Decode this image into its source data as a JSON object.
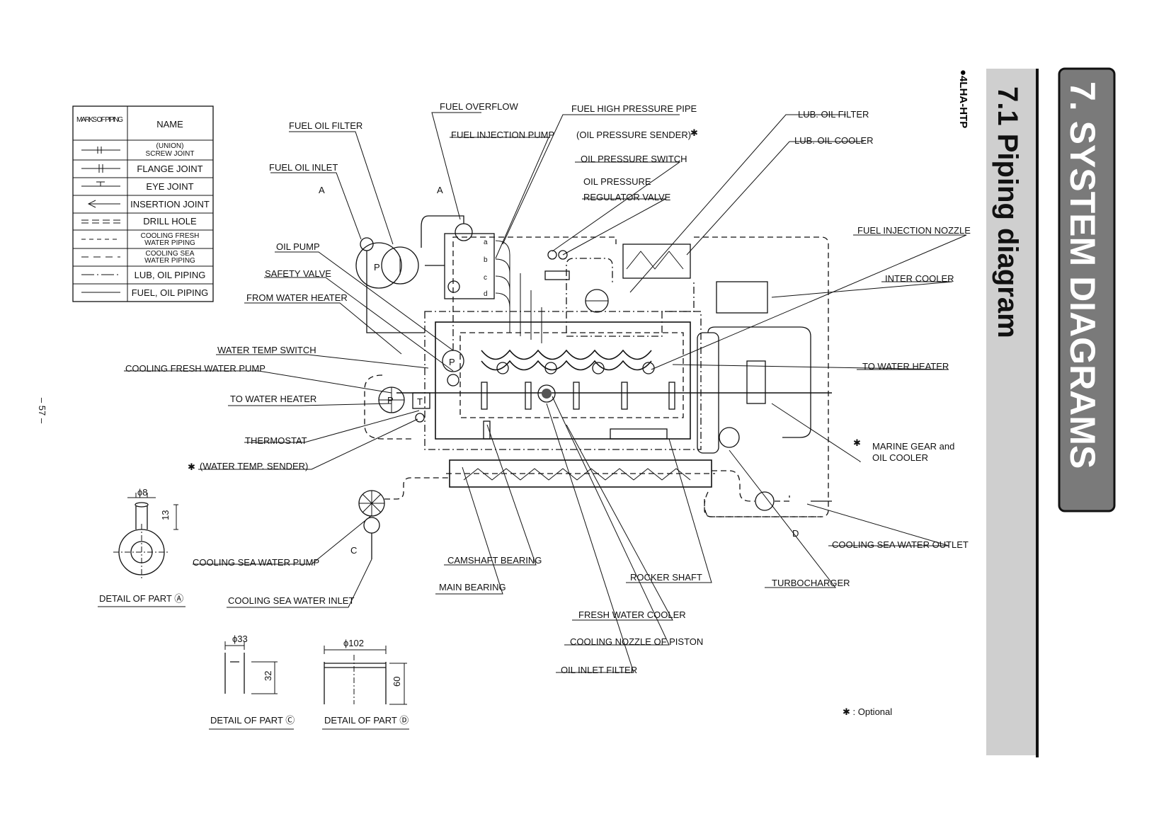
{
  "page": {
    "number": "– 57 –",
    "chapter_title": "7. SYSTEM DIAGRAMS",
    "section_title": "7.1 Piping diagram",
    "model": "●4LHA-HTP",
    "optional_note": "✱ : Optional"
  },
  "legend": {
    "col_marks": "MARKS OF PIPING",
    "col_name": "NAME",
    "rows": [
      {
        "mark": "union",
        "name": "(UNION) SCREW JOINT"
      },
      {
        "mark": "flange",
        "name": "FLANGE JOINT"
      },
      {
        "mark": "eye",
        "name": "EYE JOINT"
      },
      {
        "mark": "insertion",
        "name": "INSERTION JOINT"
      },
      {
        "mark": "drill",
        "name": "DRILL HOLE"
      },
      {
        "mark": "fresh",
        "name": "COOLING FRESH WATER PIPING"
      },
      {
        "mark": "sea",
        "name": "COOLING SEA WATER PIPING"
      },
      {
        "mark": "lub",
        "name": "LUB, OIL PIPING"
      },
      {
        "mark": "fuel",
        "name": "FUEL, OIL PIPING"
      }
    ]
  },
  "labels": {
    "fuel_overflow": "FUEL OVERFLOW",
    "fuel_high_pressure_pipe": "FUEL HIGH PRESSURE PIPE",
    "lub_oil_filter": "LUB. OIL FILTER",
    "fuel_oil_filter": "FUEL OIL FILTER",
    "fuel_injection_pump": "FUEL INJECTION PUMP",
    "oil_pressure_sender": "(OIL PRESSURE SENDER)",
    "lub_oil_cooler": "LUB. OIL COOLER",
    "fuel_oil_inlet": "FUEL OIL INLET",
    "oil_pressure_switch": "OIL PRESSURE SWITCH",
    "oil_pressure": "OIL PRESSURE",
    "regulator_valve": "REGULATOR VALVE",
    "fuel_injection_nozzle": "FUEL INJECTION NOZZLE",
    "oil_pump": "OIL PUMP",
    "inter_cooler": "INTER COOLER",
    "safety_valve": "SAFETY VALVE",
    "from_water_heater": "FROM WATER HEATER",
    "water_temp_switch": "WATER TEMP SWITCH",
    "cooling_fresh_water_pump": "COOLING FRESH WATER PUMP",
    "to_water_heater_right": "TO WATER HEATER",
    "to_water_heater_left": "TO WATER HEATER",
    "thermostat": "THERMOSTAT",
    "marine_gear_1": "MARINE GEAR and",
    "marine_gear_2": "OIL COOLER",
    "water_temp_sender": "(WATER TEMP. SENDER)",
    "cooling_sea_water_outlet": "COOLING SEA WATER OUTLET",
    "cooling_sea_water_pump": "COOLING SEA WATER PUMP",
    "camshaft_bearing": "CAMSHAFT BEARING",
    "rocker_shaft": "ROCKER SHAFT",
    "turbocharger": "TURBOCHARGER",
    "main_bearing": "MAIN BEARING",
    "cooling_sea_water_inlet": "COOLING SEA WATER INLET",
    "fresh_water_cooler": "FRESH WATER COOLER",
    "cooling_nozzle_of_piston": "COOLING NOZZLE OF PISTON",
    "oil_inlet_filter": "OIL INLET FILTER",
    "detail_a": "DETAIL OF PART Ⓐ",
    "detail_c": "DETAIL OF PART Ⓒ",
    "detail_d": "DETAIL OF PART Ⓓ",
    "dim_phi8": "ϕ8",
    "dim_13": "13",
    "dim_phi33": "ϕ33",
    "dim_32": "32",
    "dim_phi102": "ϕ102",
    "dim_60": "60",
    "point_a1": "A",
    "point_a2": "A",
    "point_c": "C",
    "point_d": "D",
    "pump_p": "P",
    "fuel_ports": [
      "a",
      "b",
      "c",
      "d"
    ],
    "thermostat_t": "T",
    "optional_star": "✱"
  }
}
